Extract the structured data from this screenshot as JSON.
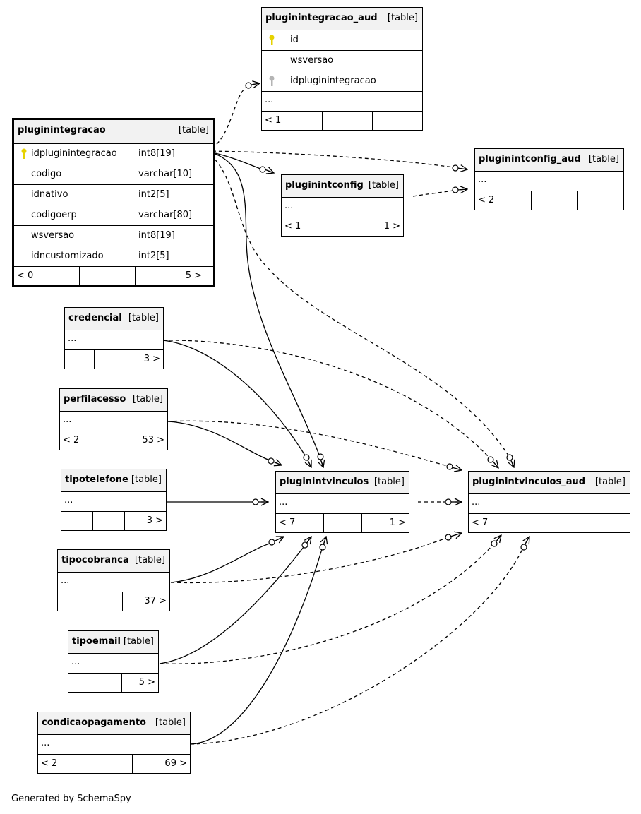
{
  "tables": {
    "pluginintegracao_aud": {
      "name": "pluginintegracao_aud",
      "type": "[table]",
      "columns": [
        "id",
        "wsversao",
        "idpluginintegracao"
      ],
      "ellipsis": "...",
      "foot": [
        "< 1",
        "",
        ""
      ]
    },
    "pluginintegracao": {
      "name": "pluginintegracao",
      "type": "[table]",
      "columns": [
        {
          "name": "idpluginintegracao",
          "type": "int8[19]"
        },
        {
          "name": "codigo",
          "type": "varchar[10]"
        },
        {
          "name": "idnativo",
          "type": "int2[5]"
        },
        {
          "name": "codigoerp",
          "type": "varchar[80]"
        },
        {
          "name": "wsversao",
          "type": "int8[19]"
        },
        {
          "name": "idncustomizado",
          "type": "int2[5]"
        }
      ],
      "foot": [
        "< 0",
        "",
        "5 >"
      ]
    },
    "pluginintconfig_aud": {
      "name": "pluginintconfig_aud",
      "type": "[table]",
      "ellipsis": "...",
      "foot": [
        "< 2",
        "",
        ""
      ]
    },
    "pluginintconfig": {
      "name": "pluginintconfig",
      "type": "[table]",
      "ellipsis": "...",
      "foot": [
        "< 1",
        "",
        "1 >"
      ]
    },
    "credencial": {
      "name": "credencial",
      "type": "[table]",
      "ellipsis": "...",
      "foot": [
        "",
        "",
        "3 >"
      ]
    },
    "perfilacesso": {
      "name": "perfilacesso",
      "type": "[table]",
      "ellipsis": "...",
      "foot": [
        "< 2",
        "",
        "53 >"
      ]
    },
    "tipotelefone": {
      "name": "tipotelefone",
      "type": "[table]",
      "ellipsis": "...",
      "foot": [
        "",
        "",
        "3 >"
      ]
    },
    "pluginintvinculos": {
      "name": "pluginintvinculos",
      "type": "[table]",
      "ellipsis": "...",
      "foot": [
        "< 7",
        "",
        "1 >"
      ]
    },
    "pluginintvinculos_aud": {
      "name": "pluginintvinculos_aud",
      "type": "[table]",
      "ellipsis": "...",
      "foot": [
        "< 7",
        "",
        ""
      ]
    },
    "tipocobranca": {
      "name": "tipocobranca",
      "type": "[table]",
      "ellipsis": "...",
      "foot": [
        "",
        "",
        "37 >"
      ]
    },
    "tipoemail": {
      "name": "tipoemail",
      "type": "[table]",
      "ellipsis": "...",
      "foot": [
        "",
        "",
        "5 >"
      ]
    },
    "condicaopagamento": {
      "name": "condicaopagamento",
      "type": "[table]",
      "ellipsis": "...",
      "foot": [
        "< 2",
        "",
        "69 >"
      ]
    }
  },
  "footer": "Generated by SchemaSpy",
  "colors": {
    "primary_key": "#e6d200",
    "foreign_key": "#b4b4b4",
    "header_bg": "#f2f2f2"
  }
}
